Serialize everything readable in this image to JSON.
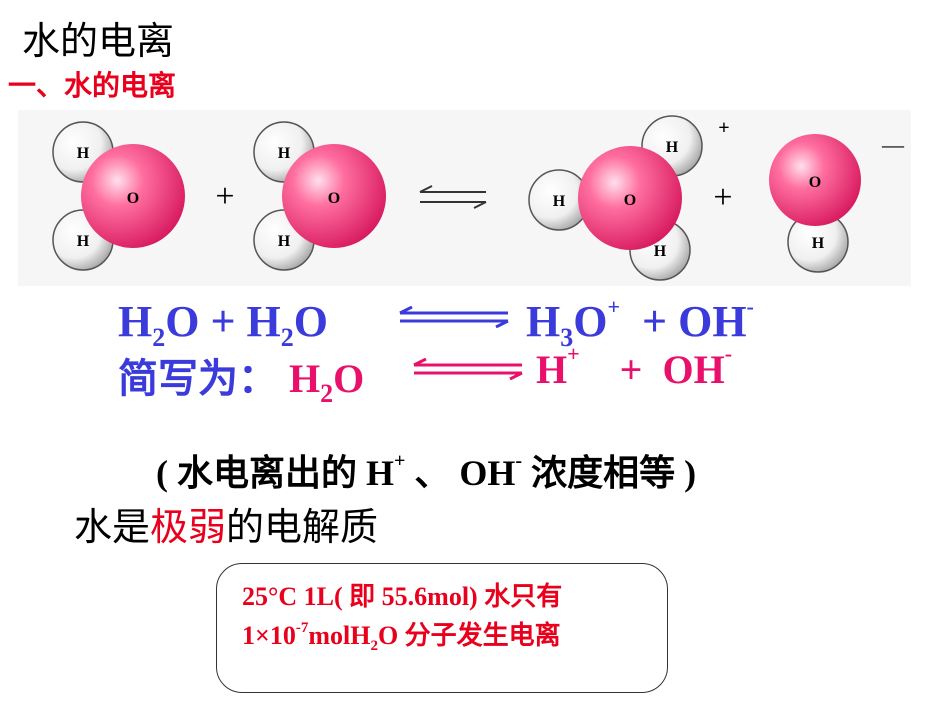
{
  "title": "水的电离",
  "subtitle": "一、水的电离",
  "diagram": {
    "atom_h": "H",
    "atom_o": "O",
    "plus": "+",
    "charge_plus": "+",
    "charge_minus": "—"
  },
  "equation1": {
    "left_h": "H",
    "left_sub": "2",
    "left_o": "O",
    "plus": " + ",
    "left2_h": "H",
    "left2_sub": "2",
    "left2_o": "O",
    "right1_h": "H",
    "right1_sub": "3",
    "right1_o": "O",
    "right1_sup": "+",
    "plus2": "+ ",
    "right2": "OH",
    "right2_sup": "-"
  },
  "equation2": {
    "label": "简写为：",
    "left_h": "H",
    "left_sub": "2",
    "left_o": "O",
    "right1": "H",
    "right1_sup": "+",
    "plus": "+",
    "right2": "OH",
    "right2_sup": "-"
  },
  "note": {
    "open": "( 水电离出的 H",
    "h_sup": "+",
    "mid": " 、 OH",
    "oh_sup": "-",
    "close": " 浓度相等 )"
  },
  "weak": {
    "before": "水是",
    "highlight": "极弱",
    "after": "的电解质"
  },
  "box": {
    "line1": "25°C 1L( 即 55.6mol) 水只有",
    "line2_a": "1×10",
    "line2_sup": "-7",
    "line2_b": "molH",
    "line2_sub": "2",
    "line2_c": "O 分子发生电离"
  },
  "colors": {
    "accent_red": "#e8001c",
    "equation_blue": "#3b3bdc",
    "equation_pink": "#e8106a",
    "oxygen_pink": "#ec3d7c"
  }
}
